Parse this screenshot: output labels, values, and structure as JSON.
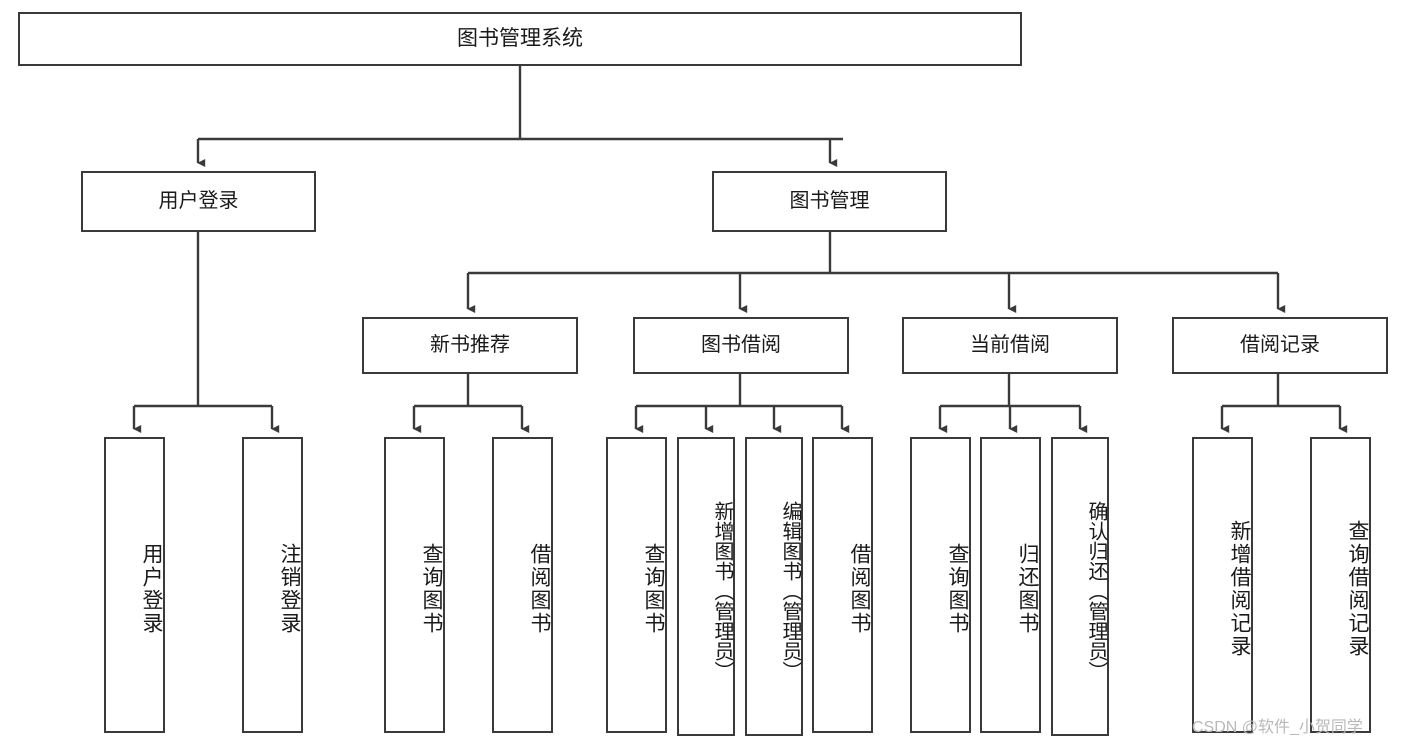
{
  "diagram": {
    "title": "图书管理系统",
    "type": "tree-hierarchy-chart",
    "colors": {
      "border": "#3a3a3a",
      "background": "#ffffff",
      "text": "#1a1a1a",
      "watermark": "#b9b9b9"
    }
  },
  "watermark": {
    "text": "CSDN @软件_小贺同学"
  },
  "nodes": {
    "root": {
      "label": "图书管理系统"
    },
    "level2": [
      {
        "label": "用户登录"
      },
      {
        "label": "图书管理"
      }
    ],
    "level3": [
      {
        "label": "新书推荐"
      },
      {
        "label": "图书借阅"
      },
      {
        "label": "当前借阅"
      },
      {
        "label": "借阅记录"
      }
    ],
    "leaves": {
      "user_login": [
        {
          "label": "用户登录"
        },
        {
          "label": "注销登录"
        }
      ],
      "new_book_recommend": [
        {
          "label": "查询图书"
        },
        {
          "label": "借阅图书"
        }
      ],
      "book_borrow": [
        {
          "label": "查询图书"
        },
        {
          "label": "新增图书（管理员）"
        },
        {
          "label": "编辑图书（管理员）"
        },
        {
          "label": "借阅图书"
        }
      ],
      "current_borrow": [
        {
          "label": "查询图书"
        },
        {
          "label": "归还图书"
        },
        {
          "label": "确认归还（管理员）"
        }
      ],
      "borrow_record": [
        {
          "label": "新增借阅记录"
        },
        {
          "label": "查询借阅记录"
        }
      ]
    }
  }
}
